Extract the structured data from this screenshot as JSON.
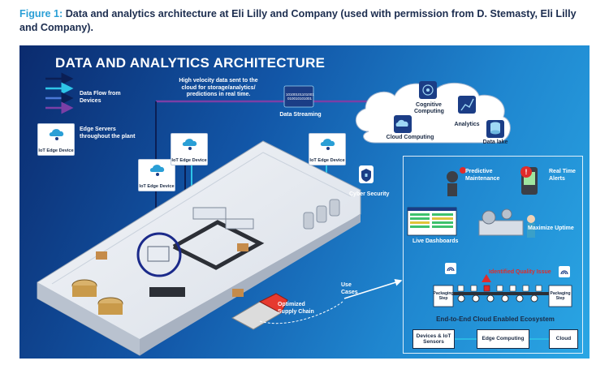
{
  "caption": {
    "figure_label": "Figure 1:",
    "text": "Data and analytics architecture at Eli Lilly and Company (used with permission from D. Stemasty, Eli Lilly and Company)."
  },
  "diagram": {
    "title": "DATA AND ANALYTICS ARCHITECTURE",
    "legend": {
      "data_flow": "Data Flow from Devices"
    },
    "edge_servers": {
      "text": "Edge Servers throughout the plant"
    },
    "high_velocity": "High velocity data sent to the cloud for storage/analytics/ predictions in real time.",
    "data_streaming": {
      "label": "Data Streaming",
      "bits": "10100101101001 010010101001"
    },
    "cloud": {
      "cognitive": "Cognitive Computing",
      "analytics": "Analytics",
      "cloud_computing": "Cloud Computing",
      "data_lake": "Data lake"
    },
    "iot_device_label": "IoT Edge Device",
    "cyber_security": "Cyber Security",
    "use_cases": "Use Cases",
    "optimized_supply_chain": "Optimized Supply Chain",
    "ecosystem": {
      "predictive": "Predictive Maintenance",
      "alerts": "Real Time Alerts",
      "dashboards": "Live Dashboards",
      "uptime": "Maximize Uptime",
      "quality": "Identified Quality Issue",
      "packaging_1": "Packaging Step",
      "packaging_2": "Packaging Step",
      "title": "End-to-End Cloud Enabled Ecosystem",
      "flow": [
        "Devices & IoT Sensors",
        "Edge Computing",
        "Cloud"
      ]
    },
    "colors": {
      "accent": "#2a9fd6",
      "panel_dark": "#0b2b6e",
      "panel_light": "#2aa6e4",
      "flow_arrow": "#7b3fa6",
      "alert_red": "#e02b2b",
      "floor": "#eef1f5"
    }
  }
}
